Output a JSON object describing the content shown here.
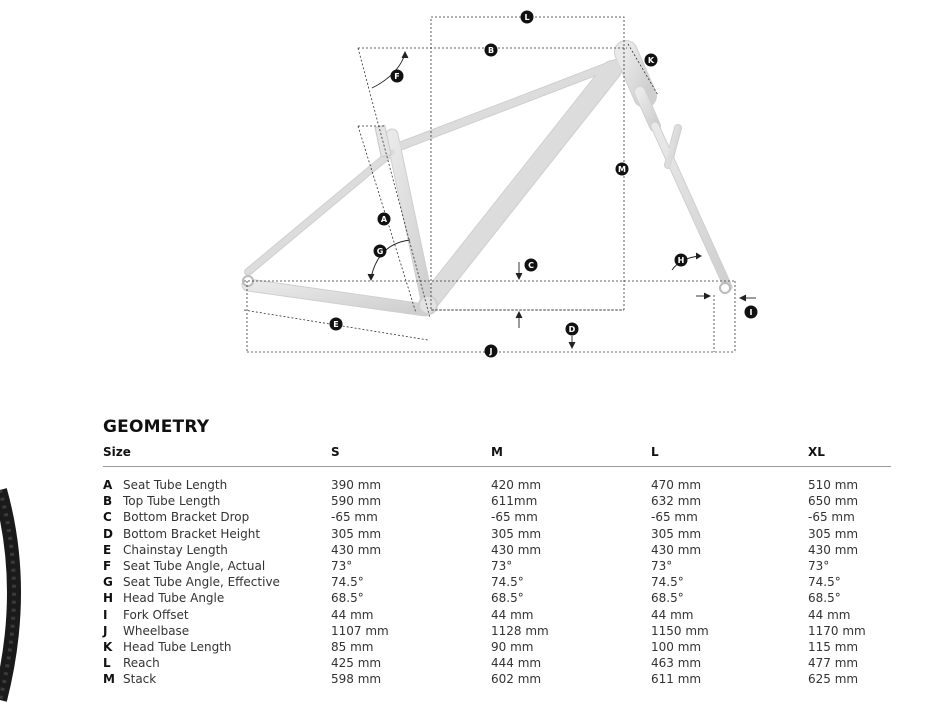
{
  "diagram": {
    "markers": [
      "A",
      "B",
      "C",
      "D",
      "E",
      "F",
      "G",
      "H",
      "I",
      "J",
      "K",
      "L",
      "M"
    ]
  },
  "geometry": {
    "title": "GEOMETRY",
    "columns": [
      "Size",
      "S",
      "M",
      "L",
      "XL"
    ],
    "rows": [
      {
        "letter": "A",
        "label": "Seat Tube Length",
        "s": "390 mm",
        "m": "420 mm",
        "l": "470 mm",
        "xl": "510 mm"
      },
      {
        "letter": "B",
        "label": "Top Tube Length",
        "s": "590 mm",
        "m": "611mm",
        "l": "632 mm",
        "xl": "650 mm"
      },
      {
        "letter": "C",
        "label": "Bottom Bracket Drop",
        "s": "-65 mm",
        "m": "-65 mm",
        "l": "-65 mm",
        "xl": "-65 mm"
      },
      {
        "letter": "D",
        "label": "Bottom Bracket Height",
        "s": "305 mm",
        "m": "305 mm",
        "l": "305 mm",
        "xl": "305 mm"
      },
      {
        "letter": "E",
        "label": "Chainstay Length",
        "s": "430 mm",
        "m": "430 mm",
        "l": "430 mm",
        "xl": "430 mm"
      },
      {
        "letter": "F",
        "label": "Seat Tube Angle, Actual",
        "s": "73°",
        "m": "73°",
        "l": "73°",
        "xl": "73°"
      },
      {
        "letter": "G",
        "label": "Seat Tube Angle, Effective",
        "s": "74.5°",
        "m": "74.5°",
        "l": "74.5°",
        "xl": "74.5°"
      },
      {
        "letter": "H",
        "label": "Head Tube Angle",
        "s": "68.5°",
        "m": "68.5°",
        "l": "68.5°",
        "xl": "68.5°"
      },
      {
        "letter": "I",
        "label": "Fork Offset",
        "s": "44 mm",
        "m": "44 mm",
        "l": "44 mm",
        "xl": "44 mm"
      },
      {
        "letter": "J",
        "label": "Wheelbase",
        "s": "1107 mm",
        "m": "1128 mm",
        "l": "1150 mm",
        "xl": "1170 mm"
      },
      {
        "letter": "K",
        "label": "Head Tube Length",
        "s": "85 mm",
        "m": "90 mm",
        "l": "100 mm",
        "xl": "115 mm"
      },
      {
        "letter": "L",
        "label": "Reach",
        "s": "425 mm",
        "m": "444 mm",
        "l": "463 mm",
        "xl": "477 mm"
      },
      {
        "letter": "M",
        "label": "Stack",
        "s": "598 mm",
        "m": "602 mm",
        "l": "611 mm",
        "xl": "625 mm"
      }
    ]
  }
}
